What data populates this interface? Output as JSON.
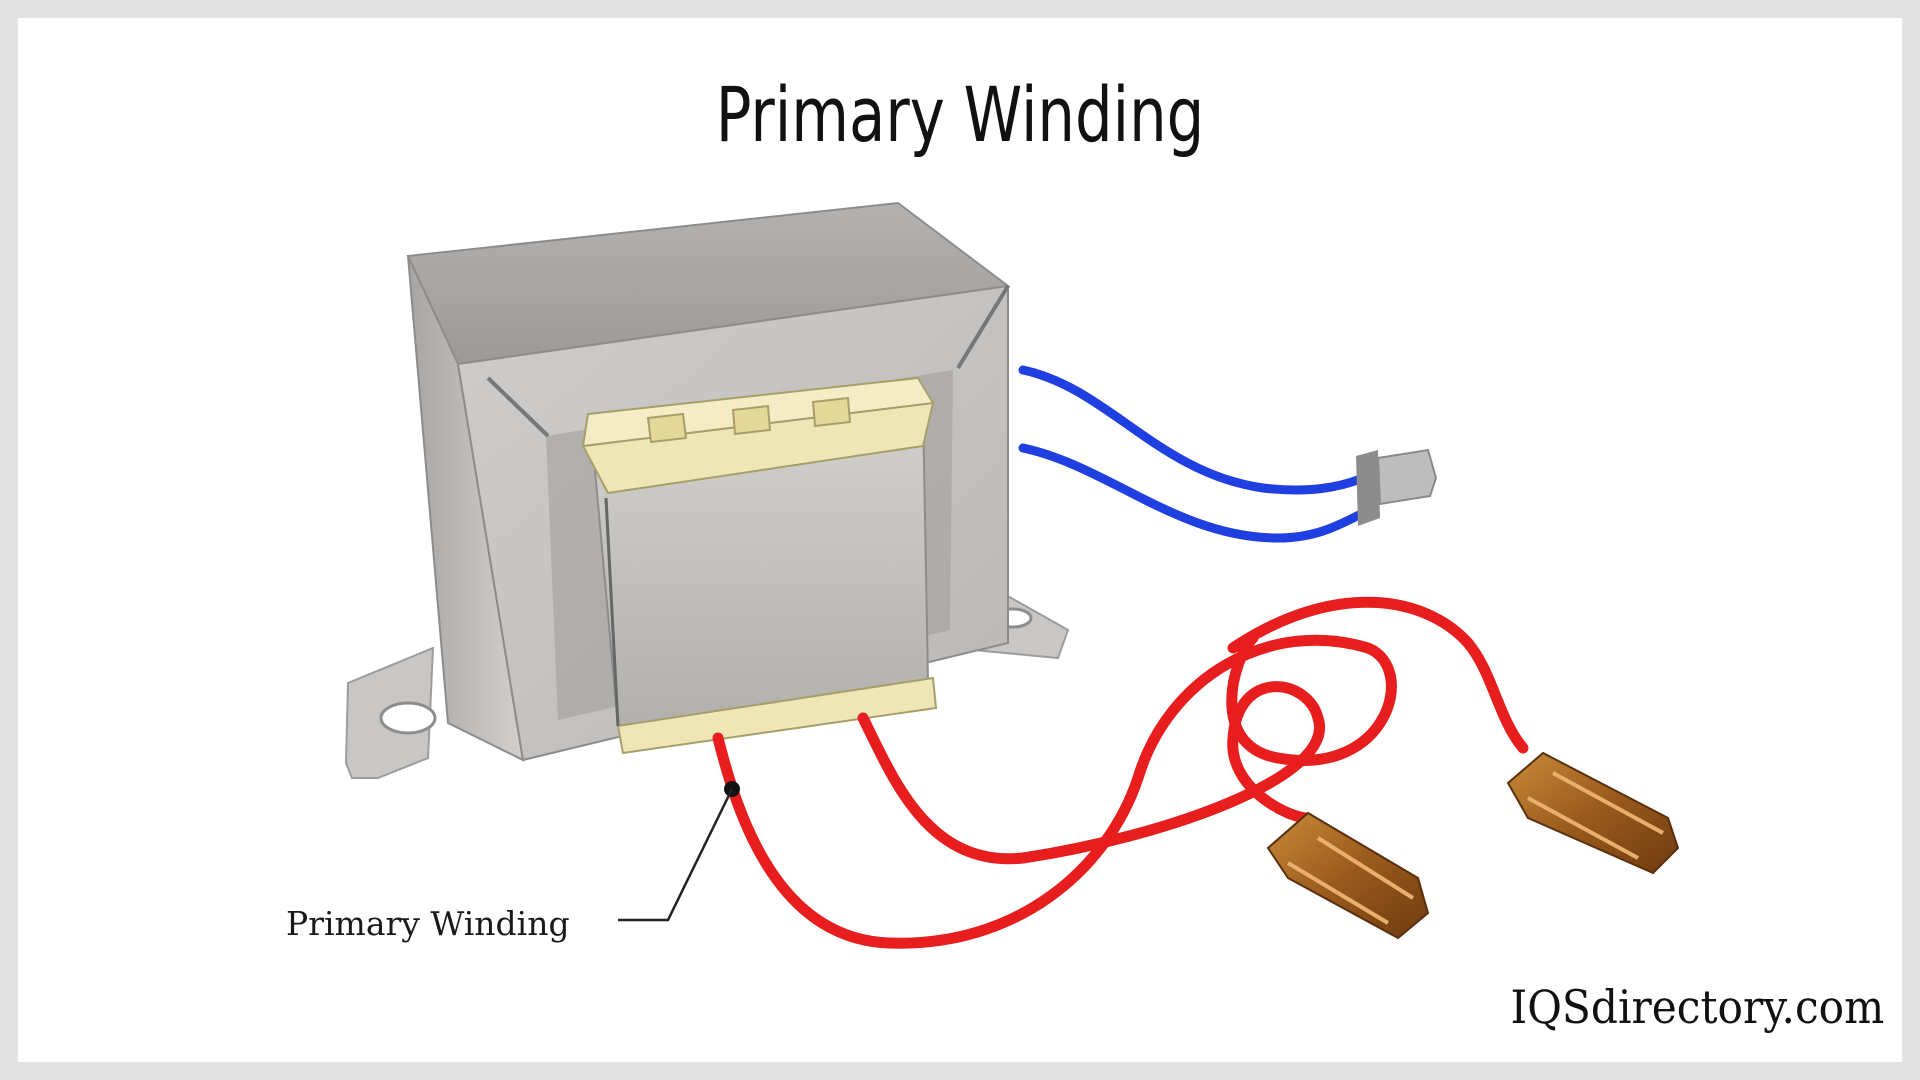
{
  "title": "Primary Winding",
  "callout": {
    "label": "Primary Winding"
  },
  "watermark": "IQSdirectory.com",
  "icons": [
    "transformer-core-icon",
    "coil-bobbin-icon",
    "blue-lead-wire-icon",
    "red-lead-wire-icon",
    "spade-connector-icon",
    "plug-connector-icon"
  ],
  "colors": {
    "background_border": "#e2e2e2",
    "steel": "#b9b7b4",
    "bobbin": "#efe6b8",
    "blue_wire": "#1f3fe0",
    "red_wire": "#e81e1e",
    "connector": "#a3601f"
  }
}
